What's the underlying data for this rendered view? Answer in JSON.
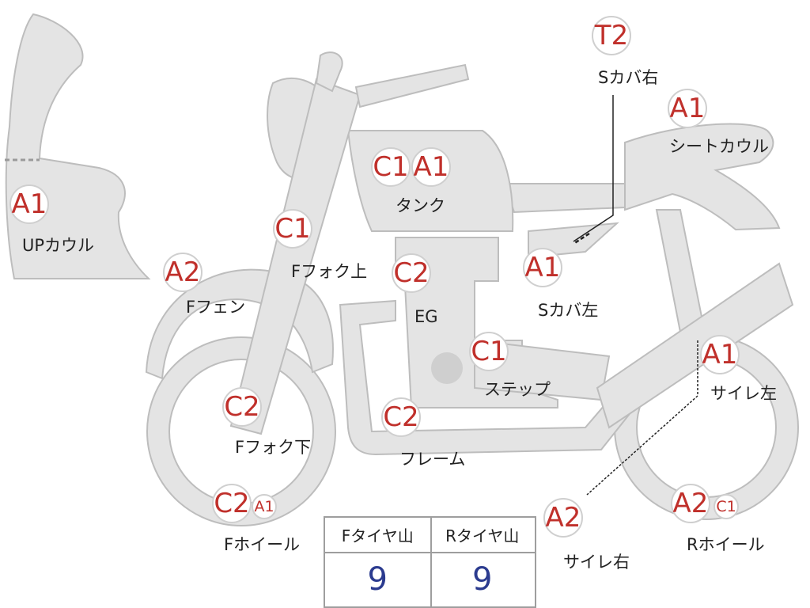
{
  "parts": {
    "up_cowl": {
      "label": "UPカウル",
      "codes": [
        "A1"
      ]
    },
    "f_fender": {
      "label": "Fフェン",
      "codes": [
        "A2"
      ]
    },
    "f_fork_up": {
      "label": "Fフォク上",
      "codes": [
        "C1"
      ]
    },
    "tank": {
      "label": "タンク",
      "codes": [
        "C1",
        "A1"
      ]
    },
    "eg": {
      "label": "EG",
      "codes": [
        "C2"
      ]
    },
    "step": {
      "label": "ステップ",
      "codes": [
        "C1"
      ]
    },
    "frame": {
      "label": "フレーム",
      "codes": [
        "C2"
      ]
    },
    "f_fork_down": {
      "label": "Fフォク下",
      "codes": [
        "C2"
      ]
    },
    "f_wheel": {
      "label": "Fホイール",
      "codes": [
        "C2",
        "A1"
      ]
    },
    "s_cover_r": {
      "label": "Sカバ右",
      "codes": [
        "T2"
      ]
    },
    "seat_cowl": {
      "label": "シートカウル",
      "codes": [
        "A1"
      ]
    },
    "s_cover_l": {
      "label": "Sカバ左",
      "codes": [
        "A1"
      ]
    },
    "muffler_l": {
      "label": "サイレ左",
      "codes": [
        "A1"
      ]
    },
    "muffler_r": {
      "label": "サイレ右",
      "codes": [
        "A2"
      ]
    },
    "r_wheel": {
      "label": "Rホイール",
      "codes": [
        "A2",
        "C1"
      ]
    }
  },
  "tires": {
    "front_header": "Fタイヤ山",
    "rear_header": "Rタイヤ山",
    "front_value": "9",
    "rear_value": "9"
  },
  "colors": {
    "code": "#c0302b",
    "tire_value": "#2b3b8f",
    "part_fill": "#e4e4e4"
  }
}
